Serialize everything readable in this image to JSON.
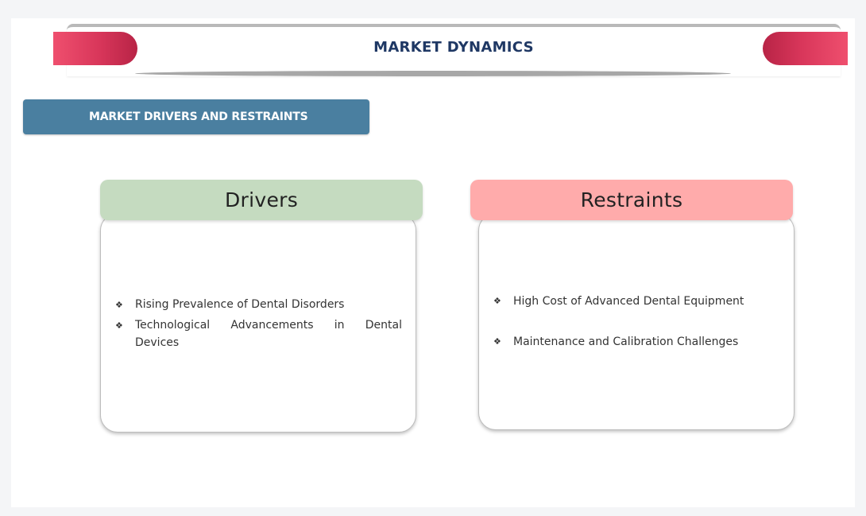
{
  "header": {
    "title": "MARKET DYNAMICS"
  },
  "section": {
    "label": "MARKET DRIVERS AND RESTRAINTS"
  },
  "drivers": {
    "heading": "Drivers",
    "items": [
      "Rising Prevalence of Dental Disorders",
      "Technological Advancements in Dental Devices"
    ],
    "item2_line1_words": [
      "Technological",
      "Advancements",
      "in",
      "Dental"
    ],
    "item2_line2": "Devices"
  },
  "restraints": {
    "heading": "Restraints",
    "items": [
      "High Cost of Advanced Dental Equipment",
      "Maintenance and Calibration Challenges"
    ]
  },
  "icons": {
    "bullet": "diamond-bullet-icon",
    "bullet_glyph": "❖"
  },
  "colors": {
    "accent": "#d8365a",
    "title": "#1f3864",
    "section_bg": "#4a7fa0",
    "drivers_head": "#c5dbc0",
    "restraints_head": "#ffabab"
  }
}
